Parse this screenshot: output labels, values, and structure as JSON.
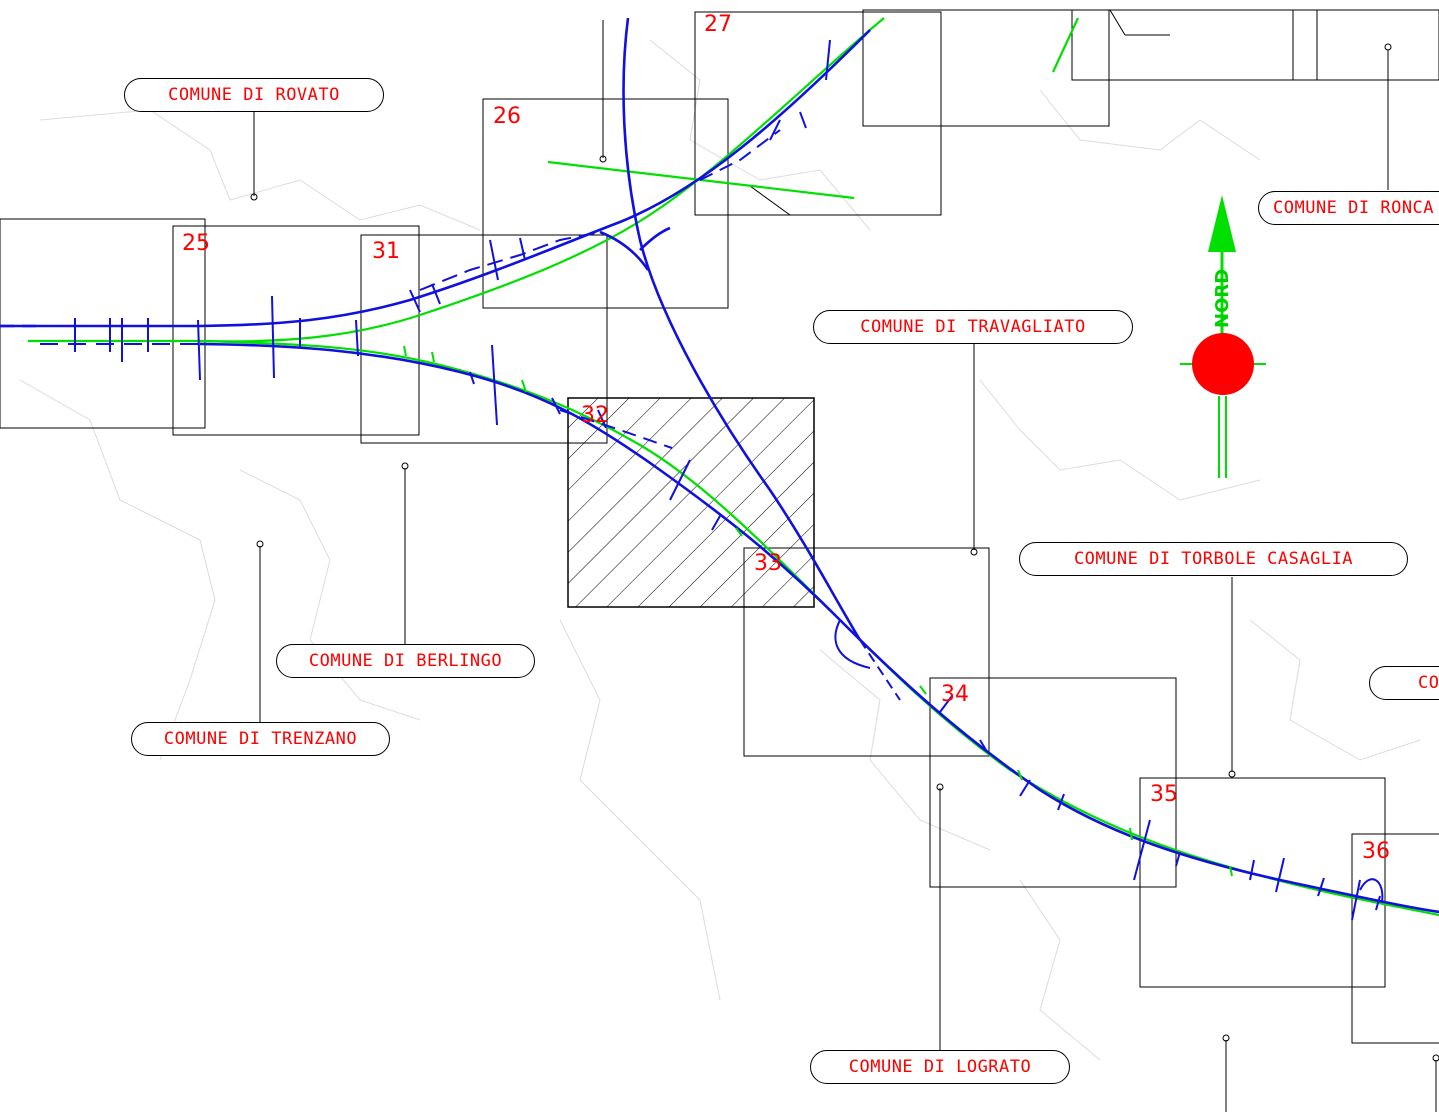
{
  "municipalities": [
    {
      "id": "rovato",
      "label": "COMUNE DI ROVATO"
    },
    {
      "id": "roncadelle",
      "label": "COMUNE DI RONCA"
    },
    {
      "id": "travagliato",
      "label": "COMUNE DI TRAVAGLIATO"
    },
    {
      "id": "torbole",
      "label": "COMUNE DI TORBOLE CASAGLIA"
    },
    {
      "id": "berlingo",
      "label": "COMUNE DI BERLINGO"
    },
    {
      "id": "trenzano",
      "label": "COMUNE DI TRENZANO"
    },
    {
      "id": "lograto",
      "label": "COMUNE DI LOGRATO"
    },
    {
      "id": "partial",
      "label": "CO"
    }
  ],
  "tiles": [
    "25",
    "26",
    "27",
    "31",
    "32",
    "33",
    "34",
    "35",
    "36"
  ],
  "highlighted_tile": "32",
  "north_label": "NORD",
  "colors": {
    "label_text": "#ff0000",
    "tile_numbers": "#ff0000",
    "railway_line": "#0000ff",
    "axis_line": "#00e000",
    "north_marker": "#ff0000",
    "north_arrow": "#00e000",
    "frames": "#000000",
    "boundaries": "#d8d8d8"
  }
}
